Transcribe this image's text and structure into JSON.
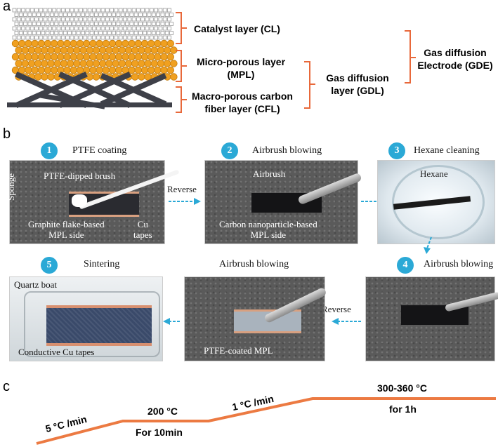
{
  "panels": {
    "a": "a",
    "b": "b",
    "c": "c"
  },
  "layers": {
    "cl": "Catalyst layer (CL)",
    "mpl_line1": "Micro-porous layer",
    "mpl_line2": "(MPL)",
    "cfl_line1": "Macro-porous carbon",
    "cfl_line2": "fiber layer (CFL)",
    "gdl_line1": "Gas diffusion",
    "gdl_line2": "layer (GDL)",
    "gde_line1": "Gas diffusion",
    "gde_line2": "Electrode (GDE)"
  },
  "colors": {
    "bracket": "#e8683a",
    "badge": "#2ba9d6",
    "arrow": "#2ba9d6",
    "curve": "#ec7a42",
    "catalyst": "#9a9a9a",
    "mpl_sphere": "#f0a020",
    "fiber": "#3e4048"
  },
  "steps": {
    "s1": {
      "num": "1",
      "title": "PTFE coating"
    },
    "s2": {
      "num": "2",
      "title": "Airbrush blowing"
    },
    "s3": {
      "num": "3",
      "title": "Hexane cleaning"
    },
    "s4": {
      "num": "4",
      "title": "Airbrush blowing"
    },
    "s5": {
      "num": "5",
      "title": "Sintering"
    },
    "s6": {
      "title": "Airbrush blowing"
    }
  },
  "annotations": {
    "sponge": "Sponge",
    "ptfe_brush": "PTFE-dipped brush",
    "graphite_line1": "Graphite flake-based",
    "graphite_line2": "MPL side",
    "cu_line1": "Cu",
    "cu_line2": "tapes",
    "airbrush": "Airbrush",
    "carbon_line1": "Carbon nanoparticle-based",
    "carbon_line2": "MPL side",
    "hexane": "Hexane",
    "quartz": "Quartz boat",
    "conductive": "Conductive Cu tapes",
    "ptfe_mpl": "PTFE-coated MPL"
  },
  "arrows": {
    "reverse_top": "Reverse",
    "reverse_bottom": "Reverse"
  },
  "curve": {
    "rate1": "5 °C /min",
    "t1": "200 °C",
    "hold1": "For 10min",
    "rate2": "1 °C /min",
    "t2": "300-360 °C",
    "hold2": "for 1h"
  }
}
